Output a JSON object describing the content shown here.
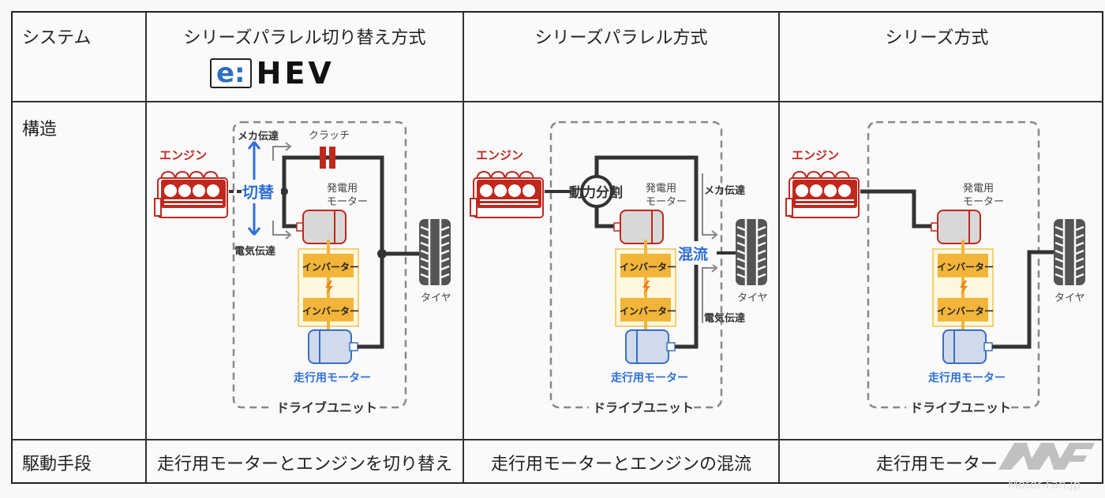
{
  "header": {
    "row_label": "システム",
    "columns": [
      {
        "title": "シリーズパラレル切り替え方式",
        "logo": {
          "prefix": "e:",
          "text": "HEV",
          "prefix_color": "#2e6fc0"
        }
      },
      {
        "title": "シリーズパラレル方式"
      },
      {
        "title": "シリーズ方式"
      }
    ]
  },
  "structure_row": {
    "label": "構造",
    "diagrams": [
      {
        "engine": "エンジン",
        "switch_label": "切替",
        "mech_transfer": "メカ伝達",
        "elec_transfer": "電気伝達",
        "clutch": "クラッチ",
        "generator": [
          "発電用",
          "モーター"
        ],
        "inverter_top": "インバーター",
        "inverter_bottom": "インバーター",
        "drive_motor": "走行用モーター",
        "tire": "タイヤ",
        "drive_unit": "ドライブユニット"
      },
      {
        "engine": "エンジン",
        "power_split": "動力分割",
        "mech_transfer": "メカ伝達",
        "elec_transfer": "電気伝達",
        "mix_label": "混流",
        "generator": [
          "発電用",
          "モーター"
        ],
        "inverter_top": "インバーター",
        "inverter_bottom": "インバーター",
        "drive_motor": "走行用モーター",
        "tire": "タイヤ",
        "drive_unit": "ドライブユニット"
      },
      {
        "engine": "エンジン",
        "generator": [
          "発電用",
          "モーター"
        ],
        "inverter_top": "インバーター",
        "inverter_bottom": "インバーター",
        "drive_motor": "走行用モーター",
        "tire": "タイヤ",
        "drive_unit": "ドライブユニット"
      }
    ]
  },
  "drive_row": {
    "label": "駆動手段",
    "values": [
      "走行用モーターとエンジンを切り替え",
      "走行用モーターとエンジンの混流",
      "走行用モーター"
    ]
  },
  "watermark": {
    "logo": "MF",
    "text": "Motor-Fan.jp"
  },
  "colors": {
    "engine_red": "#c0281e",
    "accent_blue": "#2e6fd8",
    "inverter_yellow": "#f2b53a",
    "shaft": "#333333",
    "dash": "#888888",
    "tire": "#555555"
  }
}
